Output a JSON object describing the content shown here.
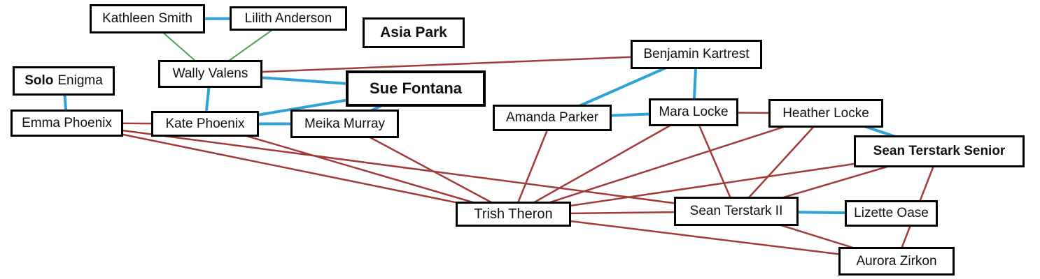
{
  "nodes": {
    "kathleen": "Kathleen Smith",
    "lilith": "Lilith Anderson",
    "asia": "Asia Park",
    "solo_bold": "Solo",
    "solo_rest": "Enigma",
    "wally": "Wally Valens",
    "sue": "Sue Fontana",
    "emma": "Emma Phoenix",
    "kate": "Kate Phoenix",
    "meika": "Meika Murray",
    "benjamin": "Benjamin Kartrest",
    "amanda": "Amanda Parker",
    "mara": "Mara Locke",
    "heather": "Heather Locke",
    "sean_senior": "Sean Terstark Senior",
    "trish": "Trish Theron",
    "sean_ii": "Sean Terstark II",
    "lizette": "Lizette Oase",
    "aurora": "Aurora Zirkon"
  },
  "colors": {
    "blue_link": "#2ea3d6",
    "red_link": "#a33a3a",
    "green_link": "#4aa35a"
  },
  "links": {
    "blue": [
      [
        "kathleen",
        "lilith"
      ],
      [
        "solo",
        "emma"
      ],
      [
        "wally",
        "kate"
      ],
      [
        "wally",
        "sue"
      ],
      [
        "kate",
        "sue"
      ],
      [
        "kate",
        "meika"
      ],
      [
        "meika",
        "sue"
      ],
      [
        "benjamin",
        "amanda"
      ],
      [
        "benjamin",
        "mara"
      ],
      [
        "amanda",
        "mara"
      ],
      [
        "heather",
        "sean_senior"
      ],
      [
        "sean_ii",
        "lizette"
      ]
    ],
    "red": [
      [
        "wally",
        "benjamin"
      ],
      [
        "emma",
        "kate"
      ],
      [
        "emma",
        "trish"
      ],
      [
        "kate",
        "trish"
      ],
      [
        "meika",
        "trish"
      ],
      [
        "amanda",
        "trish"
      ],
      [
        "mara",
        "heather"
      ],
      [
        "mara",
        "trish"
      ],
      [
        "mara",
        "sean_ii"
      ],
      [
        "heather",
        "trish"
      ],
      [
        "heather",
        "sean_ii"
      ],
      [
        "sean_senior",
        "trish"
      ],
      [
        "sean_senior",
        "sean_ii"
      ],
      [
        "sean_senior",
        "aurora"
      ],
      [
        "trish",
        "sean_ii"
      ],
      [
        "trish",
        "aurora"
      ],
      [
        "emma",
        "sean_ii"
      ],
      [
        "sean_ii",
        "aurora"
      ]
    ],
    "green": [
      [
        "kathleen",
        "wally"
      ],
      [
        "lilith",
        "wally"
      ]
    ]
  }
}
